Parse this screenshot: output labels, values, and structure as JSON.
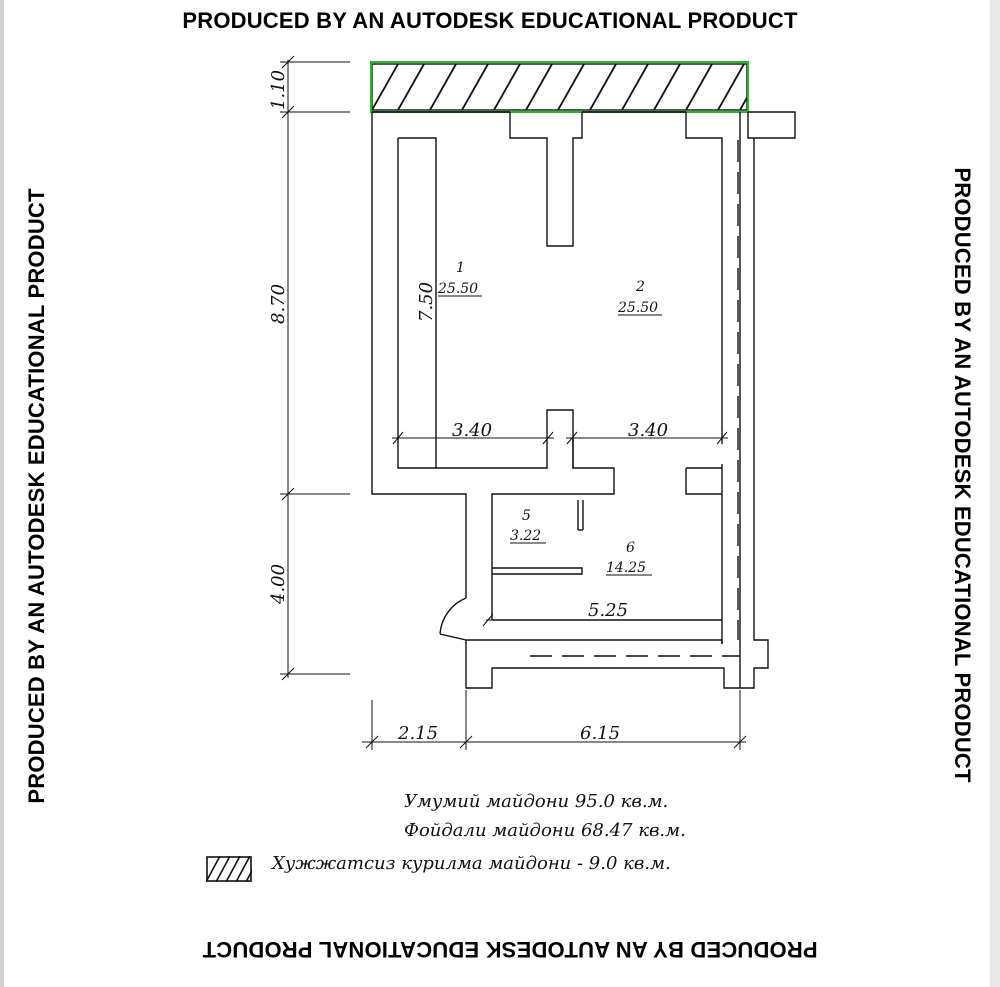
{
  "watermarks": {
    "top": "PRODUCED BY AN AUTODESK EDUCATIONAL PRODUCT",
    "bottom": "PRODUCED BY AN AUTODESK EDUCATIONAL PRODUCT",
    "left": "PRODUCED BY AN AUTODESK EDUCATIONAL PRODUCT",
    "right": "PRODUCED BY AN AUTODESK EDUCATIONAL PRODUCT"
  },
  "dimensions": {
    "top_band": "1.10",
    "height_main": "8.70",
    "inner_height": "7.50",
    "lower_height": "4.00",
    "room1_width": "3.40",
    "room2_width": "3.40",
    "corridor_width": "5.25",
    "bottom_left": "2.15",
    "bottom_right": "6.15"
  },
  "rooms": [
    {
      "number": "1",
      "area": "25.50"
    },
    {
      "number": "2",
      "area": "25.50"
    },
    {
      "number": "5",
      "area": "3.22"
    },
    {
      "number": "6",
      "area": "14.25"
    }
  ],
  "legend": {
    "total_area": "Умумий майдони 95.0 кв.м.",
    "useful_area": "Фойдали майдони 68.47 кв.м.",
    "illegal_area": "Хужжатсиз курилма майдони - 9.0 кв.м."
  },
  "colors": {
    "highlight": "#22bb22",
    "ink": "#111111"
  }
}
